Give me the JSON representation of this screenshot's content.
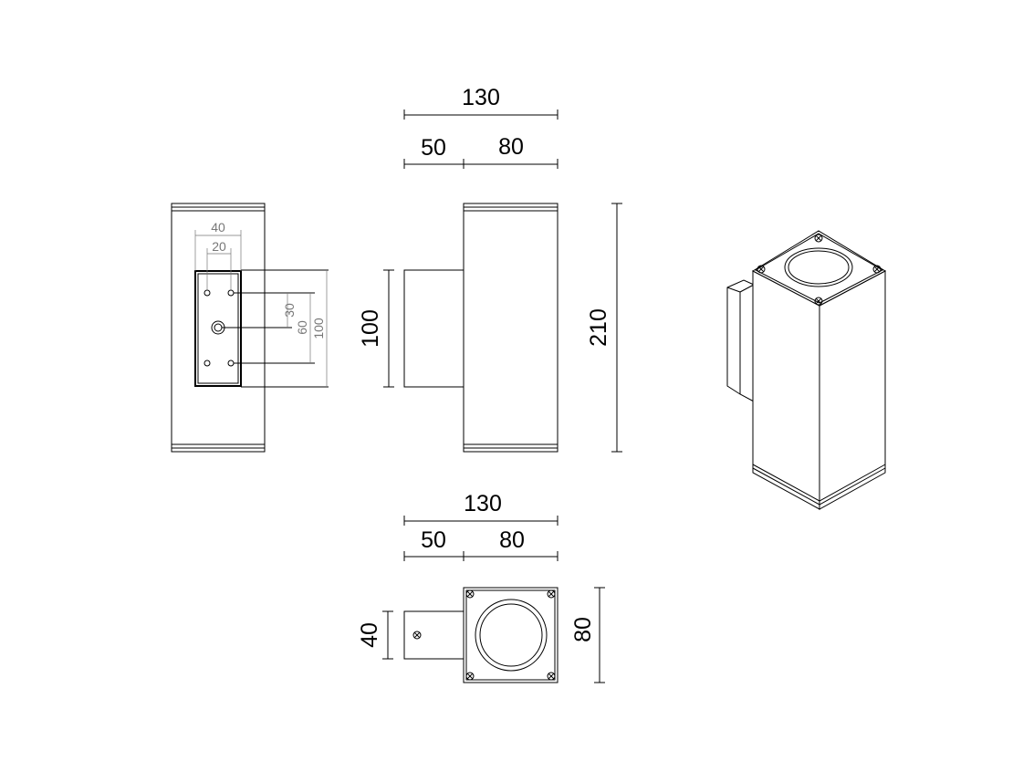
{
  "side_view": {
    "overall_width": "130",
    "bracket_depth": "50",
    "body_depth": "80",
    "bracket_height": "100",
    "body_height": "210"
  },
  "back_view": {
    "plate_width": "40",
    "hole_spacing_x": "20",
    "hole_spacing_y_small": "30",
    "hole_spacing_y": "60",
    "plate_height": "100"
  },
  "top_view": {
    "overall_width": "130",
    "bracket_depth": "50",
    "body_depth": "80",
    "bracket_width": "40",
    "body_width": "80"
  }
}
